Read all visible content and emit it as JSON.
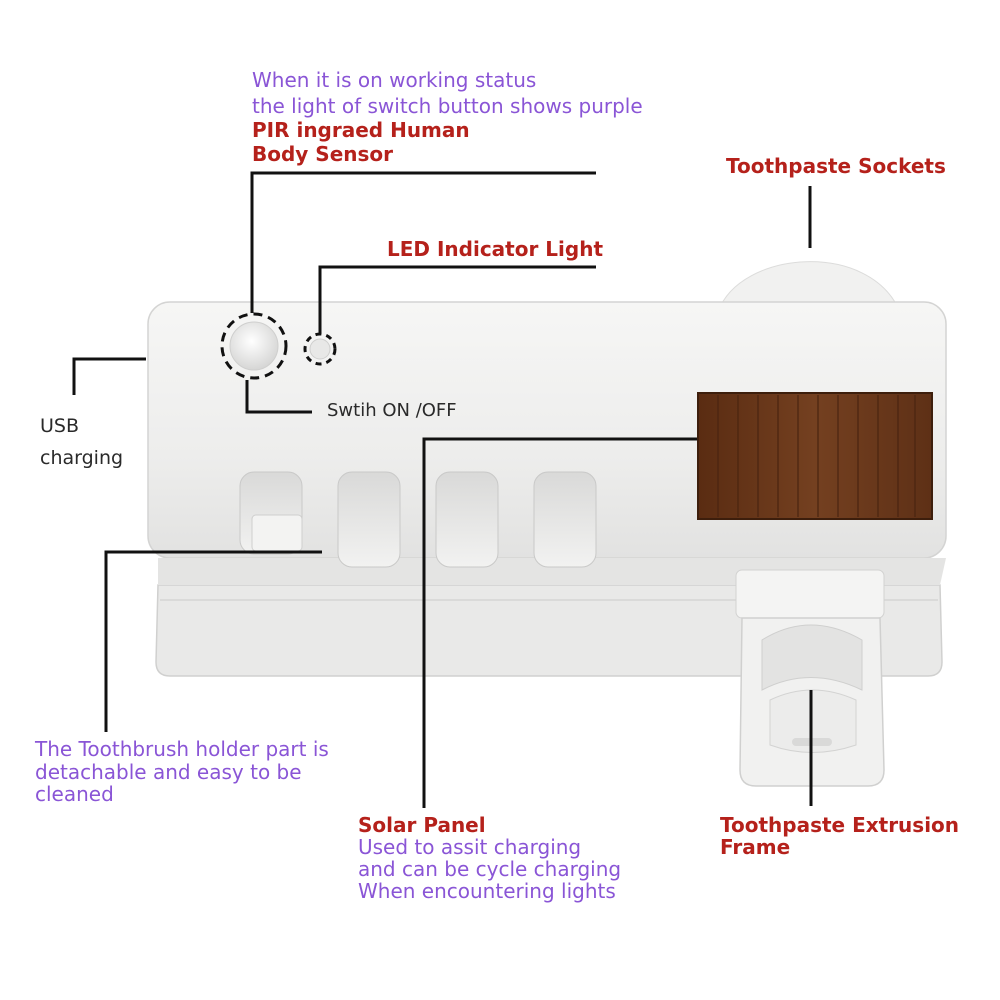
{
  "colors": {
    "purple": "#8a55d6",
    "red": "#b5211b",
    "device": "#efefee",
    "solar_panel": "#6b3818",
    "leader_line": "#111111"
  },
  "labels": {
    "working_status_line1": "When it is on working status",
    "working_status_line2": "the light of switch button shows purple",
    "pir_line1": "PIR ingraed Human",
    "pir_line2": "Body Sensor",
    "toothpaste_sockets": "Toothpaste Sockets",
    "led_indicator": "LED Indicator Light",
    "usb_line1": "USB",
    "usb_line2": "charging",
    "switch": "Swtih ON /OFF",
    "holder_line1": "The Toothbrush holder part is",
    "holder_line2": "detachable and easy to be",
    "holder_line3": "cleaned",
    "solar_title": "Solar Panel",
    "solar_line1": "Used to assit charging",
    "solar_line2": "and can be cycle charging",
    "solar_line3": "When encountering lights",
    "extrusion_line1": "Toothpaste Extrusion",
    "extrusion_line2": "Frame"
  }
}
